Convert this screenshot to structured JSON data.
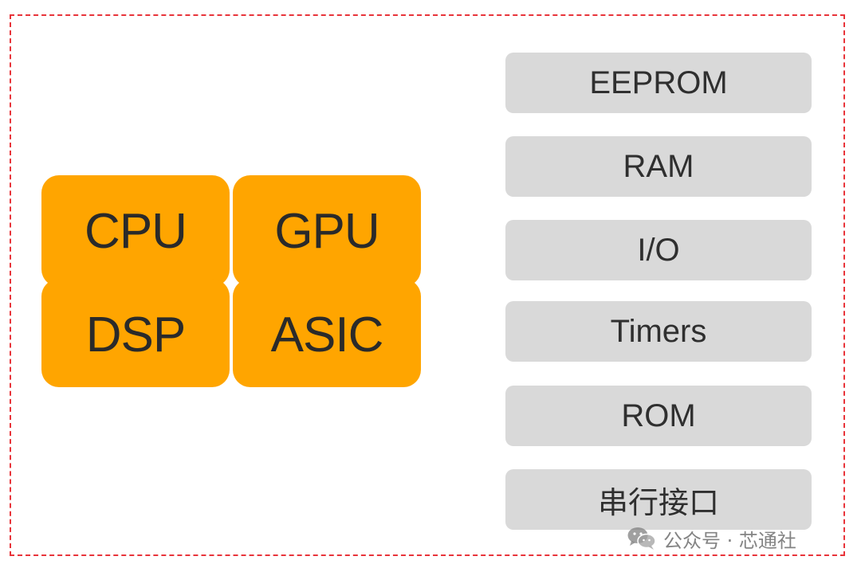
{
  "processors": {
    "cpu": "CPU",
    "gpu": "GPU",
    "dsp": "DSP",
    "asic": "ASIC"
  },
  "blocks": [
    "EEPROM",
    "RAM",
    "I/O",
    "Timers",
    "ROM",
    "串行接口"
  ],
  "watermark": {
    "text": "公众号 · 芯通社",
    "icon": "wechat-icon"
  },
  "colors": {
    "processor_fill": "#ffa500",
    "block_fill": "#d9d9d9",
    "frame_border": "#e8343a"
  }
}
